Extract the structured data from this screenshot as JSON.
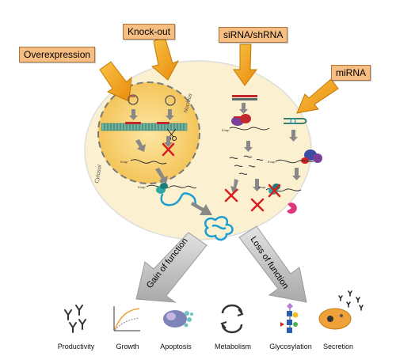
{
  "methods": {
    "overexpression": "Overexpression",
    "knockout": "Knock-out",
    "sirna": "siRNA/shRNA",
    "mirna": "miRNA"
  },
  "compartments": {
    "nucleus": "Nucleus",
    "cytosol": "Cytosol"
  },
  "small_labels": {
    "cap_a": "5'cap",
    "cap_b": "5'cap",
    "cap_c": "5'cap",
    "cap_d": "5'cap"
  },
  "outcomes": {
    "gain": "Gain of function",
    "loss": "Loss of function"
  },
  "phenotypes": [
    {
      "label": "Productivity",
      "icon": "antibody-icon"
    },
    {
      "label": "Growth",
      "icon": "growth-curve-icon"
    },
    {
      "label": "Apoptosis",
      "icon": "apoptotic-cell-icon"
    },
    {
      "label": "Metabolism",
      "icon": "cycle-arrows-icon"
    },
    {
      "label": "Glycosylation",
      "icon": "glycan-icon"
    },
    {
      "label": "Secretion",
      "icon": "secreting-cell-icon"
    }
  ],
  "colors": {
    "method_arrow": "#f4a51c",
    "cell_fill": "#fbf0cf",
    "nucleus_fill": "#f9d67a",
    "mrna": "#1a9fd0",
    "block_cross": "#d62020",
    "outcome_arrow": "#c5c5c5"
  }
}
